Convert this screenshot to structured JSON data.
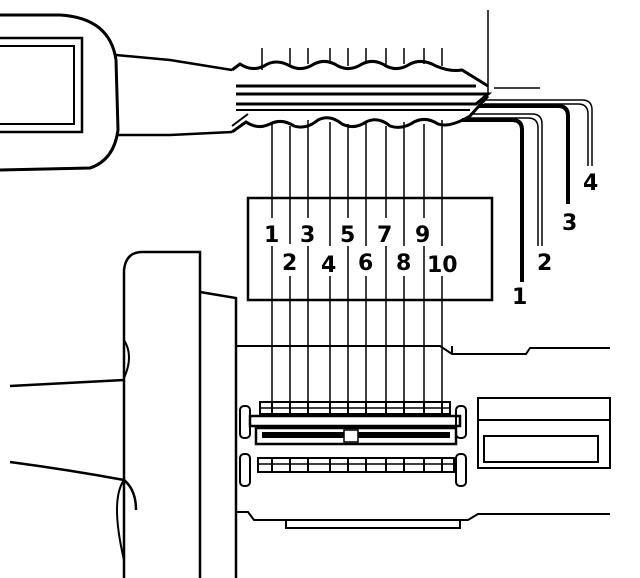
{
  "diagram": {
    "cut_position_labels": [
      "1",
      "2",
      "3",
      "4",
      "5",
      "6",
      "7",
      "8",
      "9",
      "10"
    ],
    "depth_gauge_labels": [
      "1",
      "2",
      "3",
      "4"
    ],
    "colors": {
      "line": "#000000",
      "background": "#ffffff"
    }
  }
}
